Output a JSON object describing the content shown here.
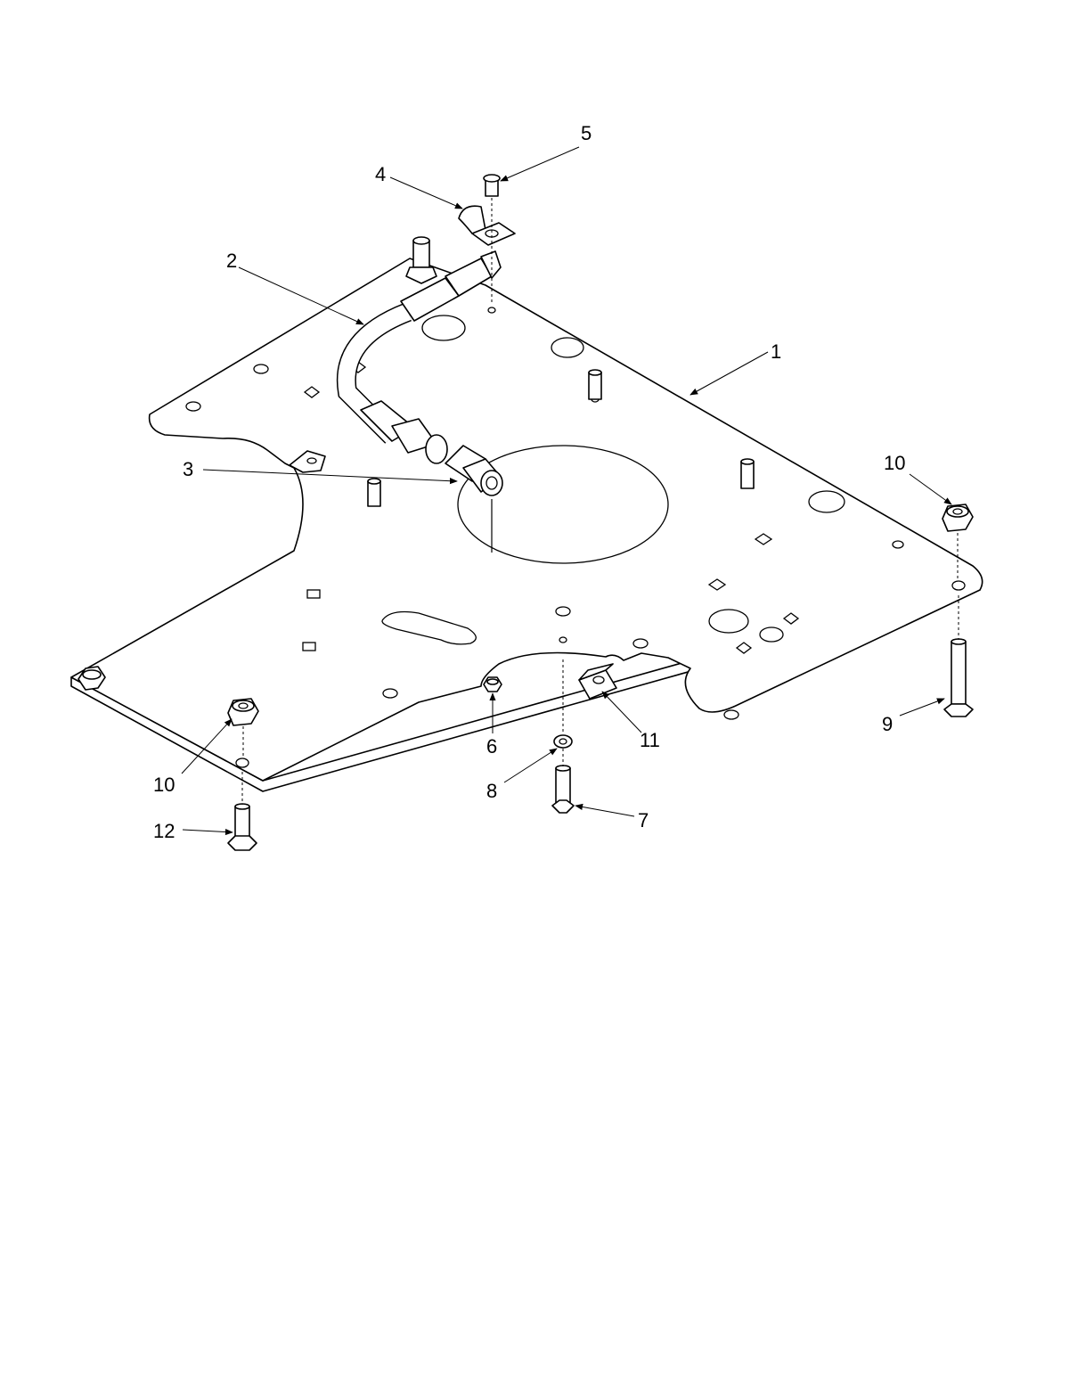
{
  "diagram": {
    "type": "exploded-parts-view",
    "callouts": [
      {
        "id": "c1",
        "label": "1"
      },
      {
        "id": "c2",
        "label": "2"
      },
      {
        "id": "c3",
        "label": "3"
      },
      {
        "id": "c4",
        "label": "4"
      },
      {
        "id": "c5",
        "label": "5"
      },
      {
        "id": "c6",
        "label": "6"
      },
      {
        "id": "c7",
        "label": "7"
      },
      {
        "id": "c8",
        "label": "8"
      },
      {
        "id": "c9",
        "label": "9"
      },
      {
        "id": "c10a",
        "label": "10"
      },
      {
        "id": "c10b",
        "label": "10"
      },
      {
        "id": "c11",
        "label": "11"
      },
      {
        "id": "c12",
        "label": "12"
      }
    ]
  }
}
